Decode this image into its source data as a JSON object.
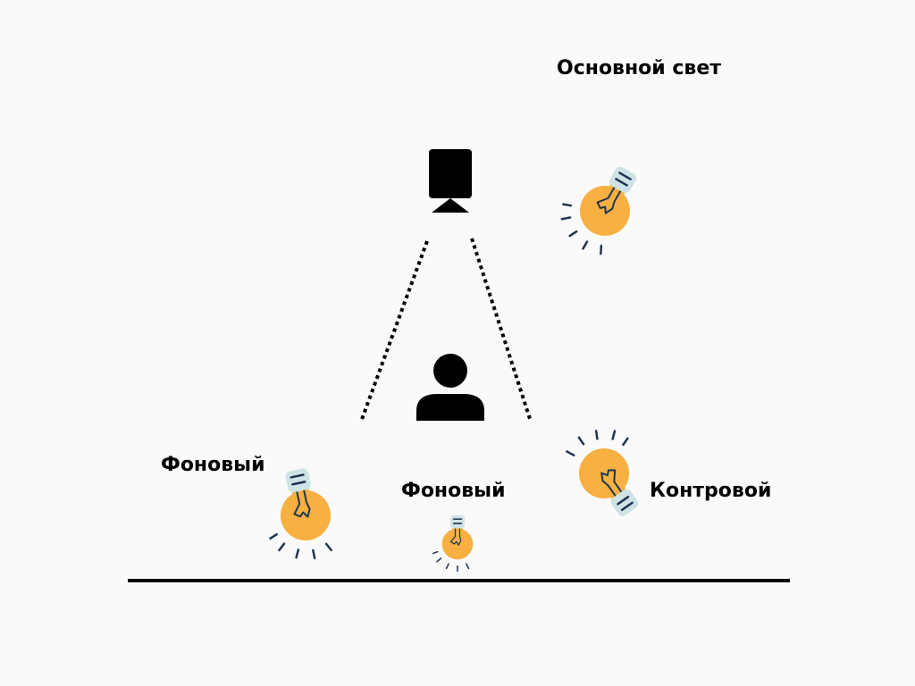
{
  "labels": {
    "key_light": "Основной свет",
    "background_left": "Фоновый",
    "background_center": "Фоновый",
    "back_light": "Контровой"
  },
  "colors": {
    "bulb_glass": "#f7b041",
    "bulb_base": "#cfe3e6",
    "ink": "#1f3550",
    "shapes": "#000000"
  }
}
